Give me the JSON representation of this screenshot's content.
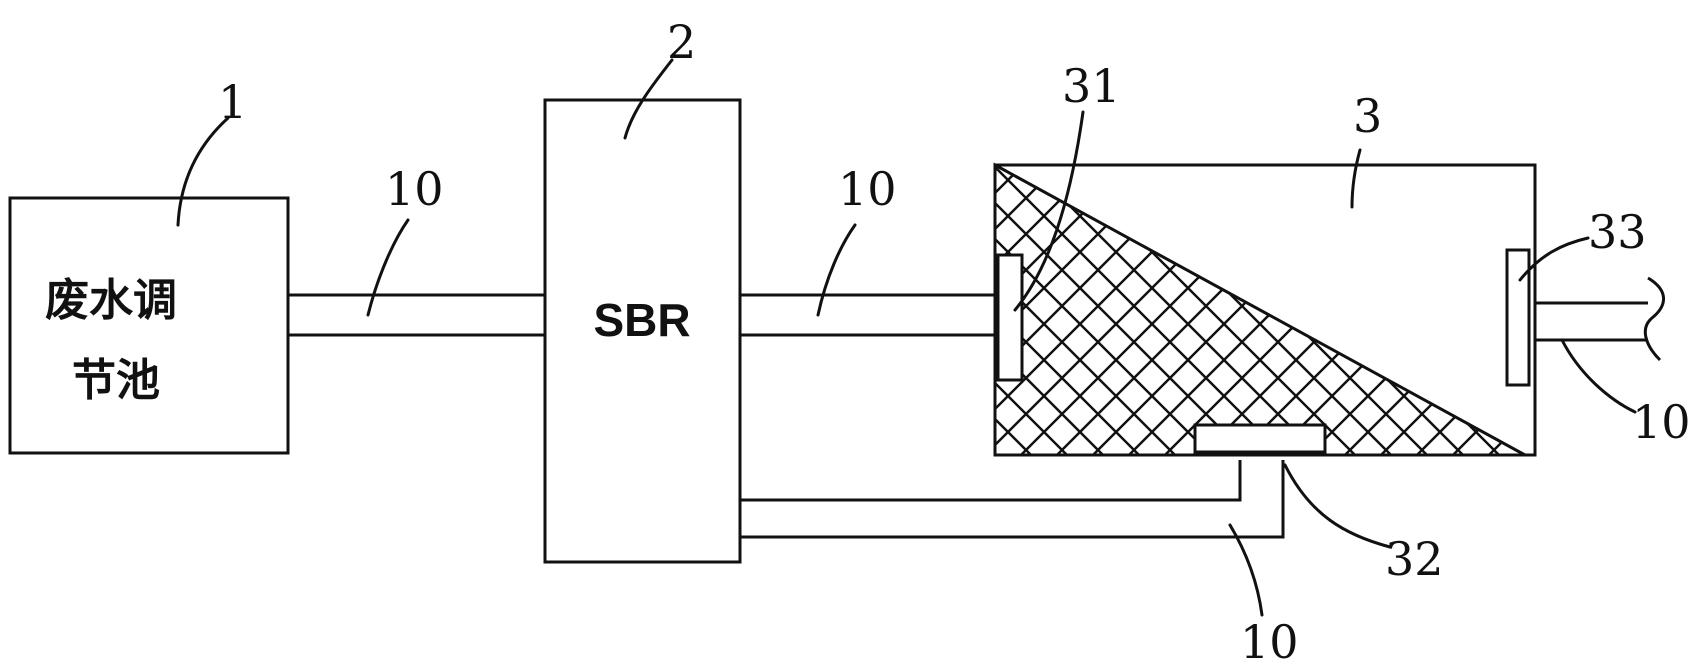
{
  "tank1": {
    "label_line1": "废水调",
    "label_line2": "节池",
    "ref": "1"
  },
  "sbr": {
    "label": "SBR",
    "ref": "2"
  },
  "wetland": {
    "ref": "3",
    "inlet_ref": "31",
    "bottom_outlet_ref": "32",
    "outlet_ref": "33"
  },
  "pipes": {
    "pipe_tank1_sbr_ref": "10",
    "pipe_sbr_wetland_ref": "10",
    "pipe_outlet_ref": "10",
    "pipe_return_ref": "10"
  },
  "colors": {
    "line": "#111111",
    "background": "#ffffff"
  }
}
